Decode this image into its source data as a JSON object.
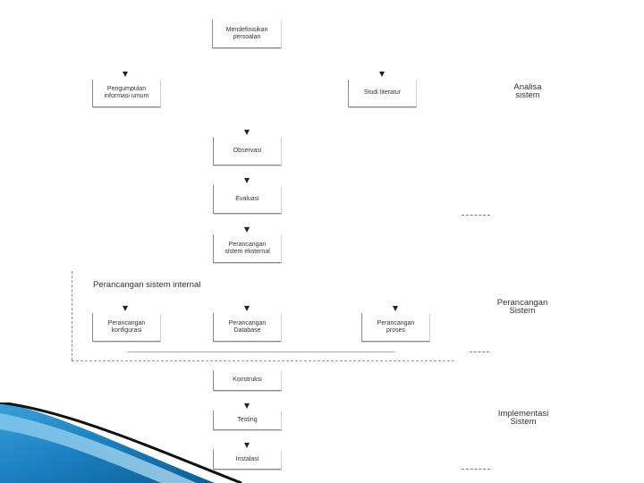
{
  "boxes": {
    "mendefinisikan": "Mendefinisikan\npersoalan",
    "pengumpulan": "Pengumpulan\ninformasi umum",
    "studi": "Studi literatur",
    "observasi": "Observasi",
    "evaluasi": "Evaluasi",
    "perancangan_eksternal": "Perancangan\nsistem eksternal",
    "perancangan_konfigurasi": "Perancangan\nkonfigurasi",
    "perancangan_database": "Perancangan\nDatabase",
    "perancangan_proses": "Perancangan\nproses",
    "konstruksi": "Konstruksi",
    "testing": "Testing",
    "instalasi": "Instalasi"
  },
  "phases": {
    "analisa": "Analisa\nsistem",
    "perancangan": "Perancangan\nSistem",
    "implementasi": "Implementasi\nSistem"
  },
  "section_title": "Perancangan sistem internal"
}
